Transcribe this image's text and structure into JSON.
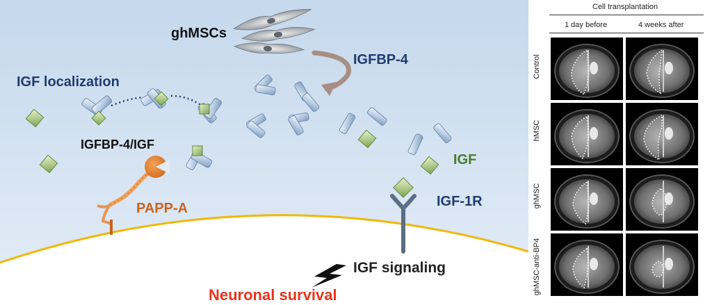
{
  "diagram": {
    "labels": {
      "ghmscs": "ghMSCs",
      "igfbp4": "IGFBP-4",
      "igf_localization": "IGF localization",
      "igfbp4_igf": "IGFBP-4/IGF",
      "papp_a": "PAPP-A",
      "igf": "IGF",
      "igf_1r": "IGF-1R",
      "igf_signaling": "IGF signaling",
      "neuronal_survival": "Neuronal survival"
    },
    "colors": {
      "background_top": "#c5d8ec",
      "background_bottom": "#e8f0f8",
      "membrane": "#f2b705",
      "navy_text": "#1f3c6e",
      "igf_green": "#4a7a2c",
      "papp_orange": "#c8641e",
      "survival_red": "#e8341c",
      "receptor": "#5b6e84"
    }
  },
  "panel": {
    "title": "Cell transplantation",
    "columns": [
      "1 day before",
      "4 weeks after"
    ],
    "rows": [
      "Control",
      "hMSC",
      "ghMSC",
      "ghMSC-anti-BP4"
    ]
  }
}
